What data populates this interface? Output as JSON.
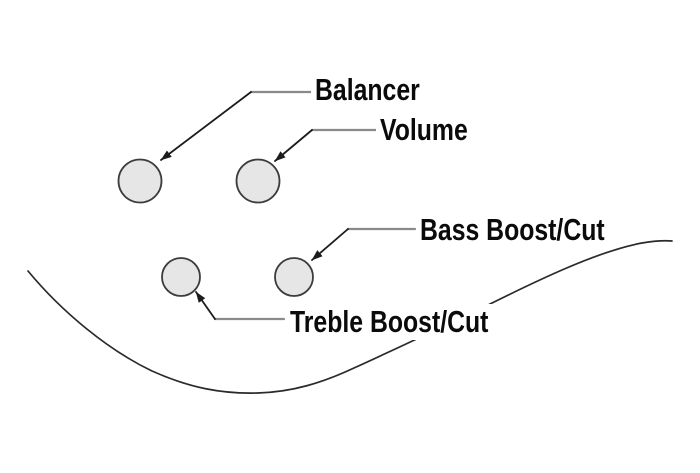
{
  "diagram": {
    "labels": {
      "balancer": "Balancer",
      "volume": "Volume",
      "bass": "Bass Boost/Cut",
      "treble": "Treble Boost/Cut"
    },
    "knobs": [
      {
        "id": "balancer",
        "label": "Balancer"
      },
      {
        "id": "volume",
        "label": "Volume"
      },
      {
        "id": "treble",
        "label": "Treble Boost/Cut"
      },
      {
        "id": "bass",
        "label": "Bass Boost/Cut"
      }
    ],
    "colors": {
      "background": "#ffffff",
      "knob_fill": "#e6e6e6",
      "knob_stroke": "#3c3c3c",
      "leader_gray": "#8a8a8a",
      "arrow_dark": "#1c1c1c",
      "body_outline": "#2a2a2a",
      "label_text": "#0b0b0b"
    }
  }
}
